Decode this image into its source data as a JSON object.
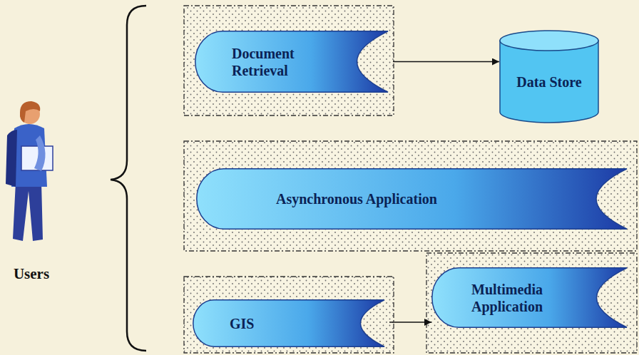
{
  "diagram": {
    "nodes": [
      {
        "text": [
          "Document Retrieval"
        ]
      },
      {
        "text": [
          "Data Store"
        ]
      },
      {
        "text": [
          "Asynchronous Application"
        ]
      },
      {
        "text": [
          "GIS"
        ]
      },
      {
        "text": [
          "Multimedia Application"
        ]
      }
    ],
    "edges": [
      {
        "from": 0,
        "to": 1,
        "arrow": "to"
      },
      {
        "from": 3,
        "to": 4,
        "arrow": "to"
      }
    ],
    "labels": [
      "Users"
    ]
  }
}
